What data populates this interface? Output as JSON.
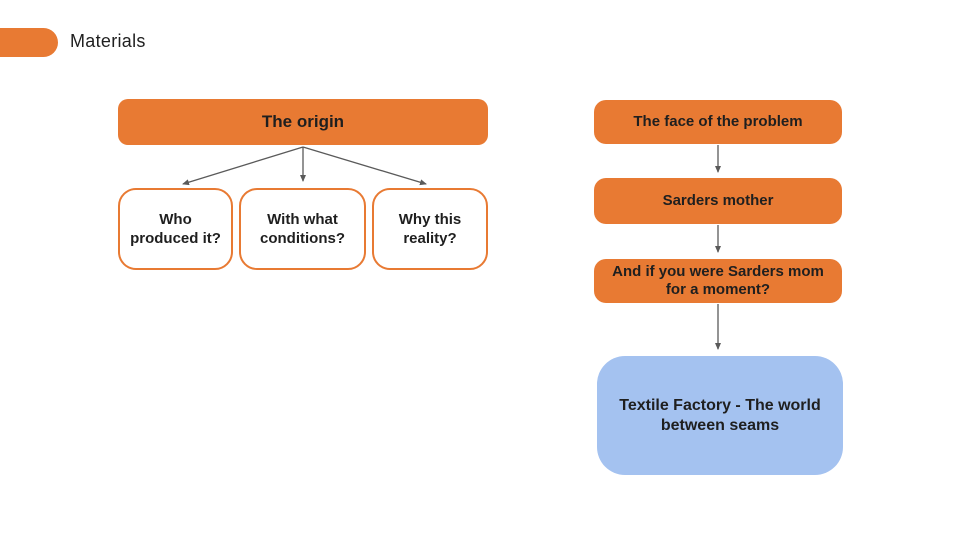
{
  "header": {
    "title": "Materials"
  },
  "colors": {
    "orange": "#E87A33",
    "blue": "#A4C2F0",
    "text": "#1F1F1F",
    "arrow": "#5A5A5A",
    "bg": "#FFFFFF"
  },
  "left_diagram": {
    "root": {
      "label": "The origin"
    },
    "children": [
      {
        "label": "Who produced it?"
      },
      {
        "label": "With what conditions?"
      },
      {
        "label": "Why this reality?"
      }
    ]
  },
  "right_flow": {
    "steps": [
      {
        "label": "The face of the problem",
        "style": "orange"
      },
      {
        "label": "Sarders mother",
        "style": "orange"
      },
      {
        "label": "And if you were Sarders mom for a moment?",
        "style": "orange"
      },
      {
        "label": "Textile Factory - The world between seams",
        "style": "blue"
      }
    ]
  }
}
